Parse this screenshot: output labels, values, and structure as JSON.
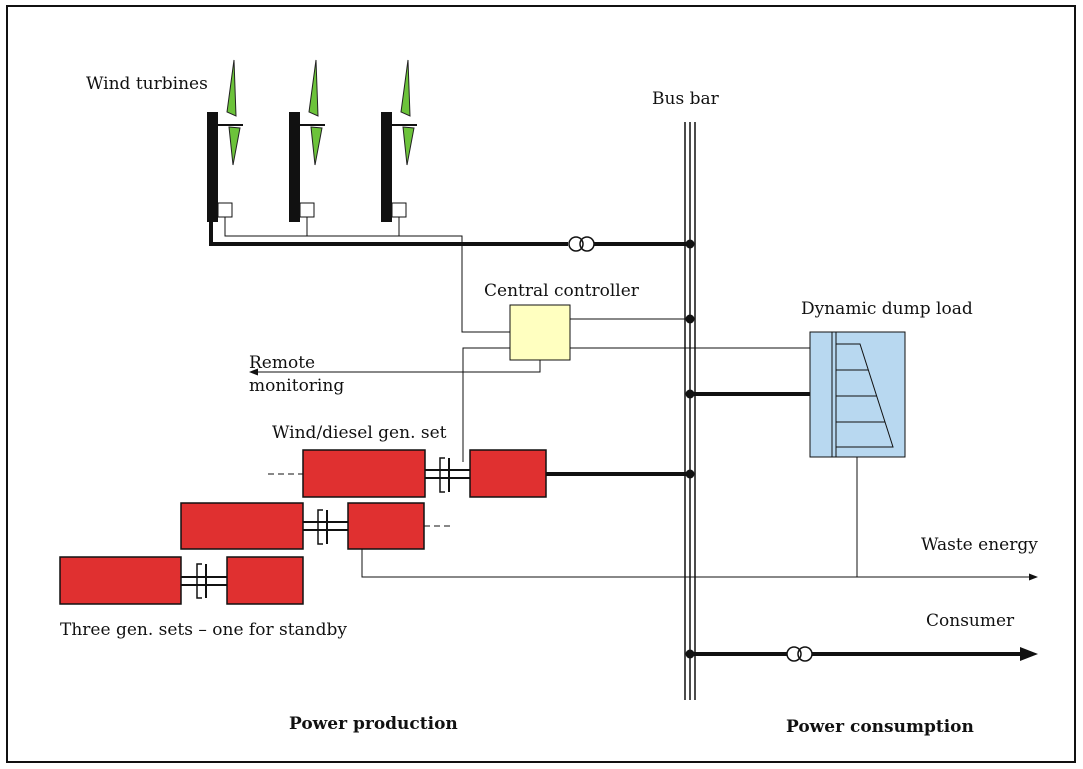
{
  "labels": {
    "wind_turbines": "Wind turbines",
    "bus_bar": "Bus bar",
    "central_controller": "Central controller",
    "dynamic_dump_load": "Dynamic dump load",
    "remote_monitoring": "Remote\nmonitoring",
    "wind_diesel_gen_set": "Wind/diesel gen. set",
    "waste_energy": "Waste energy",
    "consumer": "Consumer",
    "three_gen_sets": "Three gen. sets – one for standby",
    "power_production": "Power production",
    "power_consumption": "Power consumption"
  },
  "colors": {
    "line": "#111111",
    "blade": "#6cc33a",
    "generator": "#e03030",
    "controller": "#ffffc0",
    "dump_load": "#b8d8f0"
  }
}
